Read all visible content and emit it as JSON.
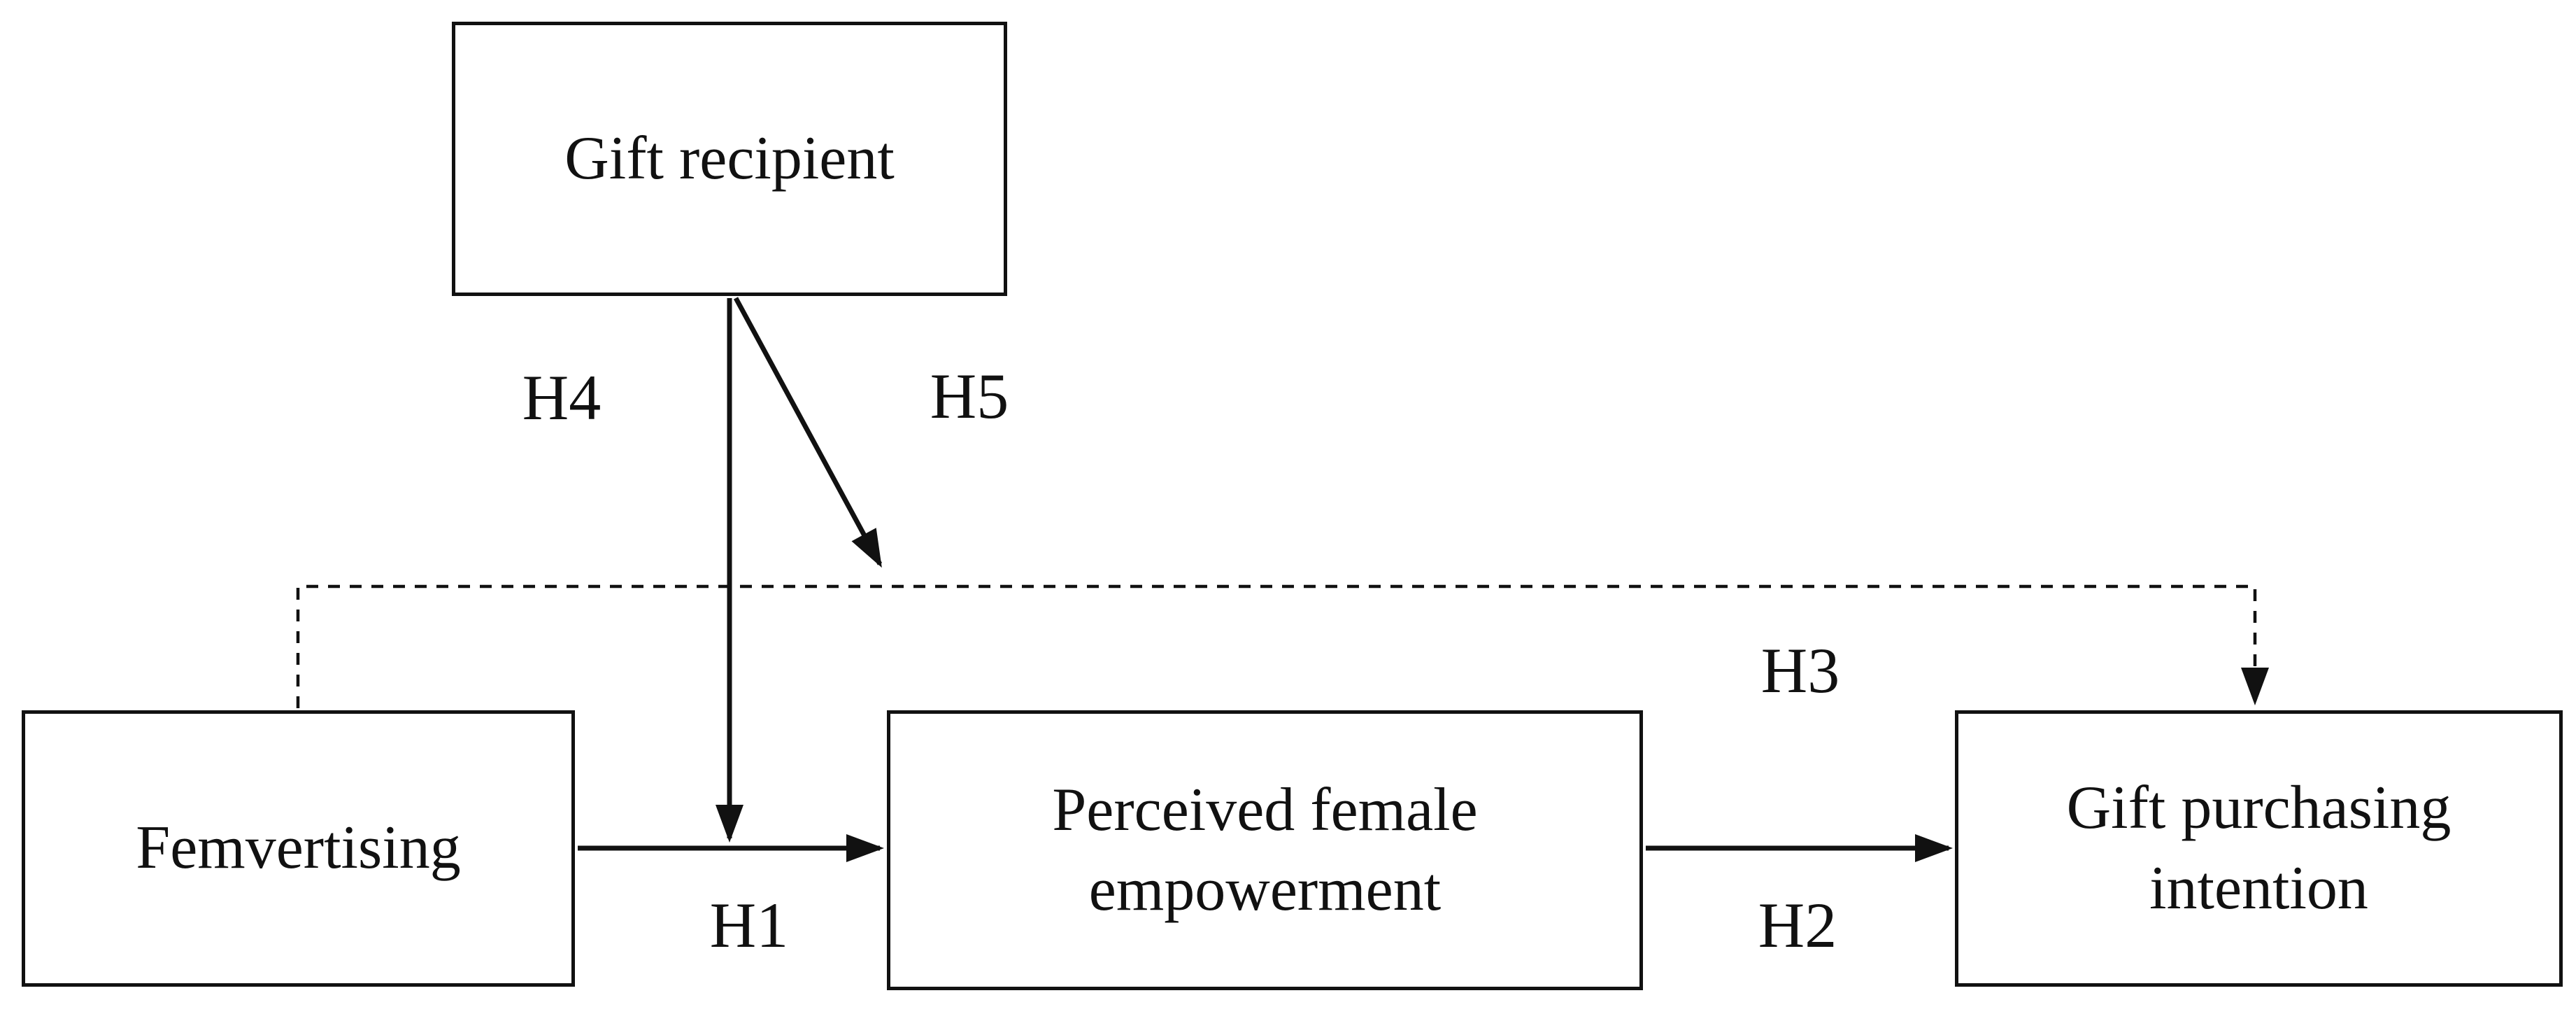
{
  "diagram": {
    "type": "conceptual-model",
    "background_color": "#ffffff",
    "line_color": "#111111",
    "box_border_color": "#111111",
    "text_color": "#111111",
    "nodes": {
      "gift_recipient": {
        "label": "Gift recipient"
      },
      "femvertising": {
        "label": "Femvertising"
      },
      "perceived_female_empowerment": {
        "label": "Perceived female empowerment"
      },
      "gift_purchasing_intention": {
        "label": "Gift purchasing intention"
      }
    },
    "edges": [
      {
        "label": "H1",
        "from": "Femvertising",
        "to": "Perceived female empowerment",
        "style": "solid-arrow"
      },
      {
        "label": "H2",
        "from": "Perceived female empowerment",
        "to": "Gift purchasing intention",
        "style": "solid-arrow"
      },
      {
        "label": "H3",
        "from": "Femvertising",
        "to": "Gift purchasing intention",
        "style": "dashed-arrow"
      },
      {
        "label": "H4",
        "from": "Gift recipient",
        "to": "H1 path (Femvertising to Perceived female empowerment)",
        "style": "solid-arrow-moderation"
      },
      {
        "label": "H5",
        "from": "Gift recipient",
        "to": "H3 path (Femvertising to Gift purchasing intention)",
        "style": "solid-arrow-moderation"
      }
    ]
  }
}
